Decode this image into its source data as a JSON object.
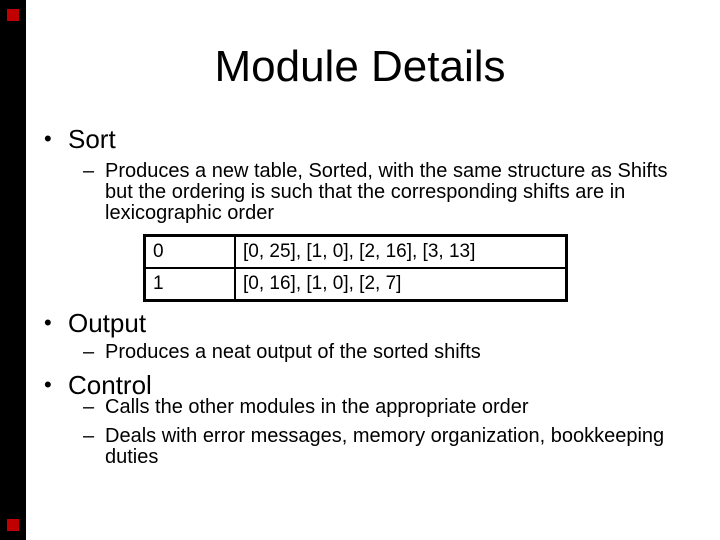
{
  "slide": {
    "title": "Module Details",
    "bullet_glyph": "•",
    "dash_glyph": "–",
    "sections": [
      {
        "label": "Sort",
        "items": [
          {
            "lines": [
              "Produces a new table, Sorted, with the same structure as Shifts",
              "but the ordering is such that the corresponding shifts are in",
              "lexicographic order"
            ]
          }
        ]
      },
      {
        "label": "Output",
        "items": [
          {
            "lines": [
              "Produces a neat output of the sorted shifts"
            ]
          }
        ]
      },
      {
        "label": "Control",
        "items": [
          {
            "lines": [
              "Calls the other modules in the appropriate order"
            ]
          },
          {
            "lines": [
              "Deals with error messages, memory organization, bookkeeping",
              "duties"
            ]
          }
        ]
      }
    ],
    "table": {
      "rows": [
        {
          "index": "0",
          "shifts": "[0, 25], [1, 0], [2, 16], [3, 13]"
        },
        {
          "index": "1",
          "shifts": "[0, 16], [1, 0], [2, 7]"
        }
      ]
    }
  },
  "decorations": {
    "left_bar_color": "#000000",
    "marker_color": "#c00000",
    "background_color": "#ffffff",
    "text_color": "#000000"
  }
}
